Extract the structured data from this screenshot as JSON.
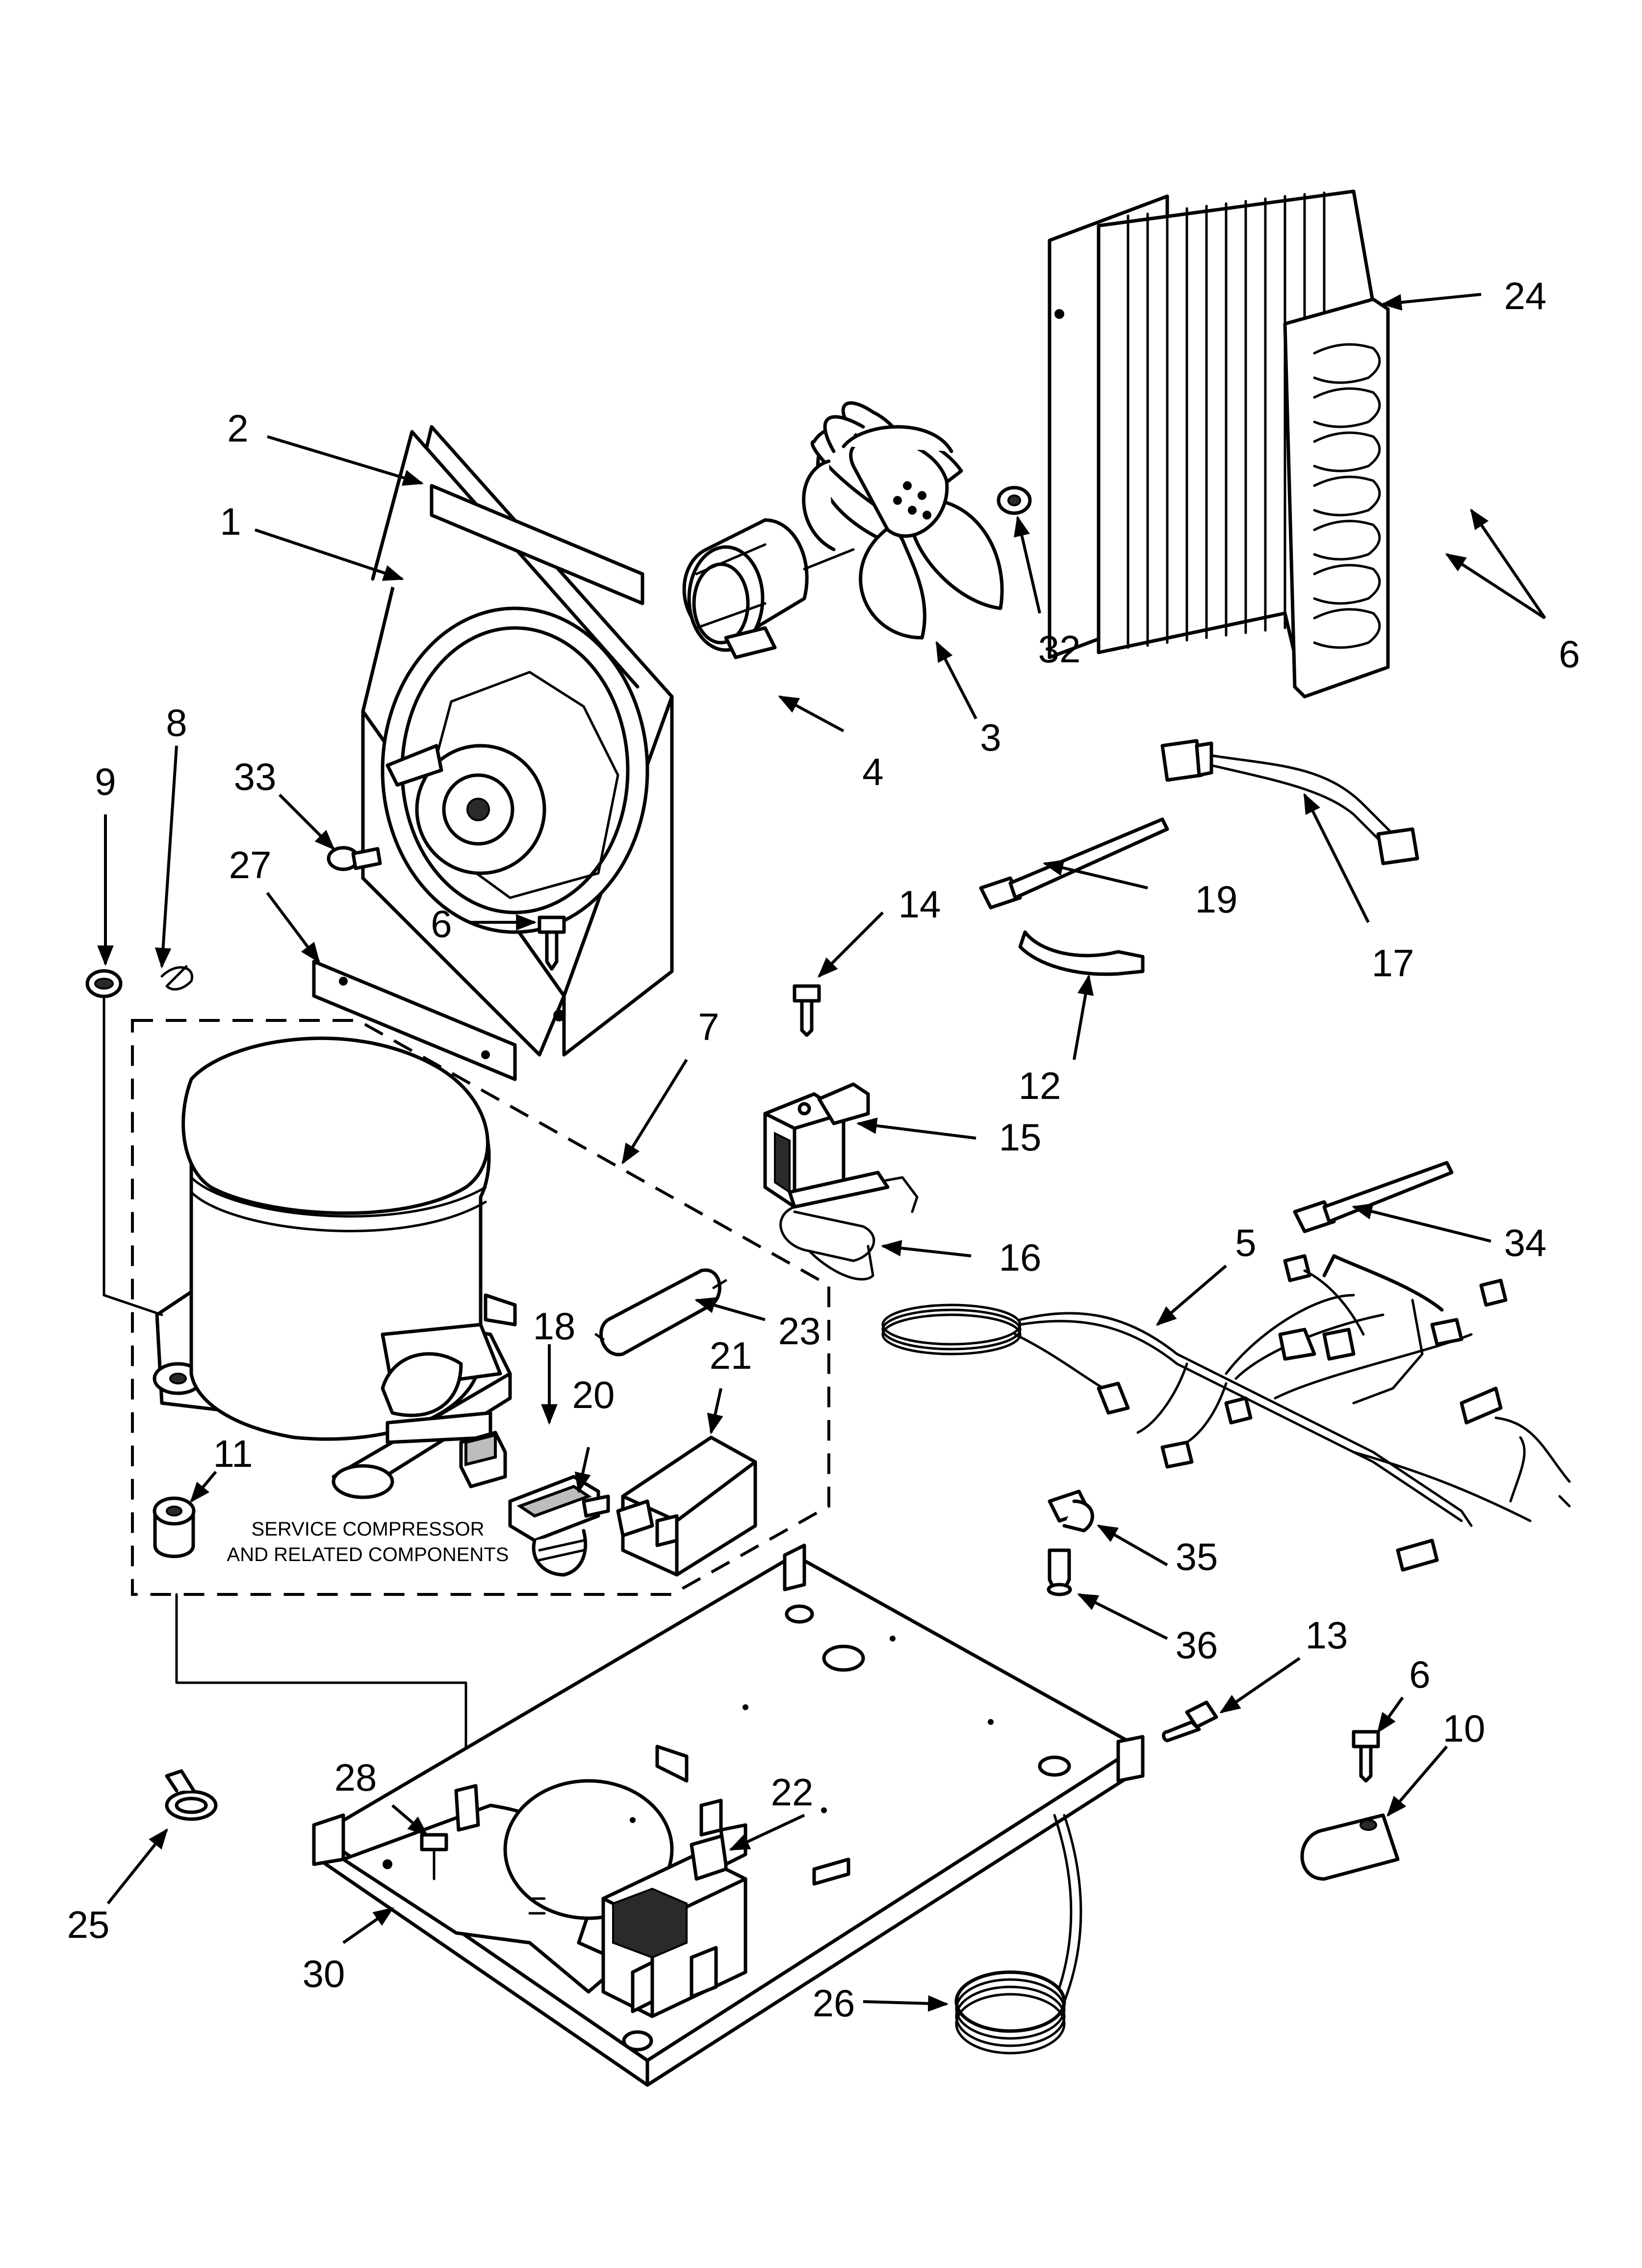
{
  "callouts": {
    "c1": "1",
    "c2": "2",
    "c3": "3",
    "c4": "4",
    "c5": "5",
    "c6a": "6",
    "c6b": "6",
    "c6c": "6",
    "c7": "7",
    "c8": "8",
    "c9": "9",
    "c10": "10",
    "c11": "11",
    "c12": "12",
    "c13": "13",
    "c14": "14",
    "c15": "15",
    "c16": "16",
    "c17": "17",
    "c18": "18",
    "c19": "19",
    "c20": "20",
    "c21": "21",
    "c22": "22",
    "c23": "23",
    "c24": "24",
    "c25": "25",
    "c26": "26",
    "c27": "27",
    "c28": "28",
    "c30": "30",
    "c32": "32",
    "c33": "33",
    "c34": "34",
    "c35": "35",
    "c36": "36"
  },
  "service_note": {
    "line1": "SERVICE COMPRESSOR",
    "line2": "AND RELATED COMPONENTS"
  }
}
